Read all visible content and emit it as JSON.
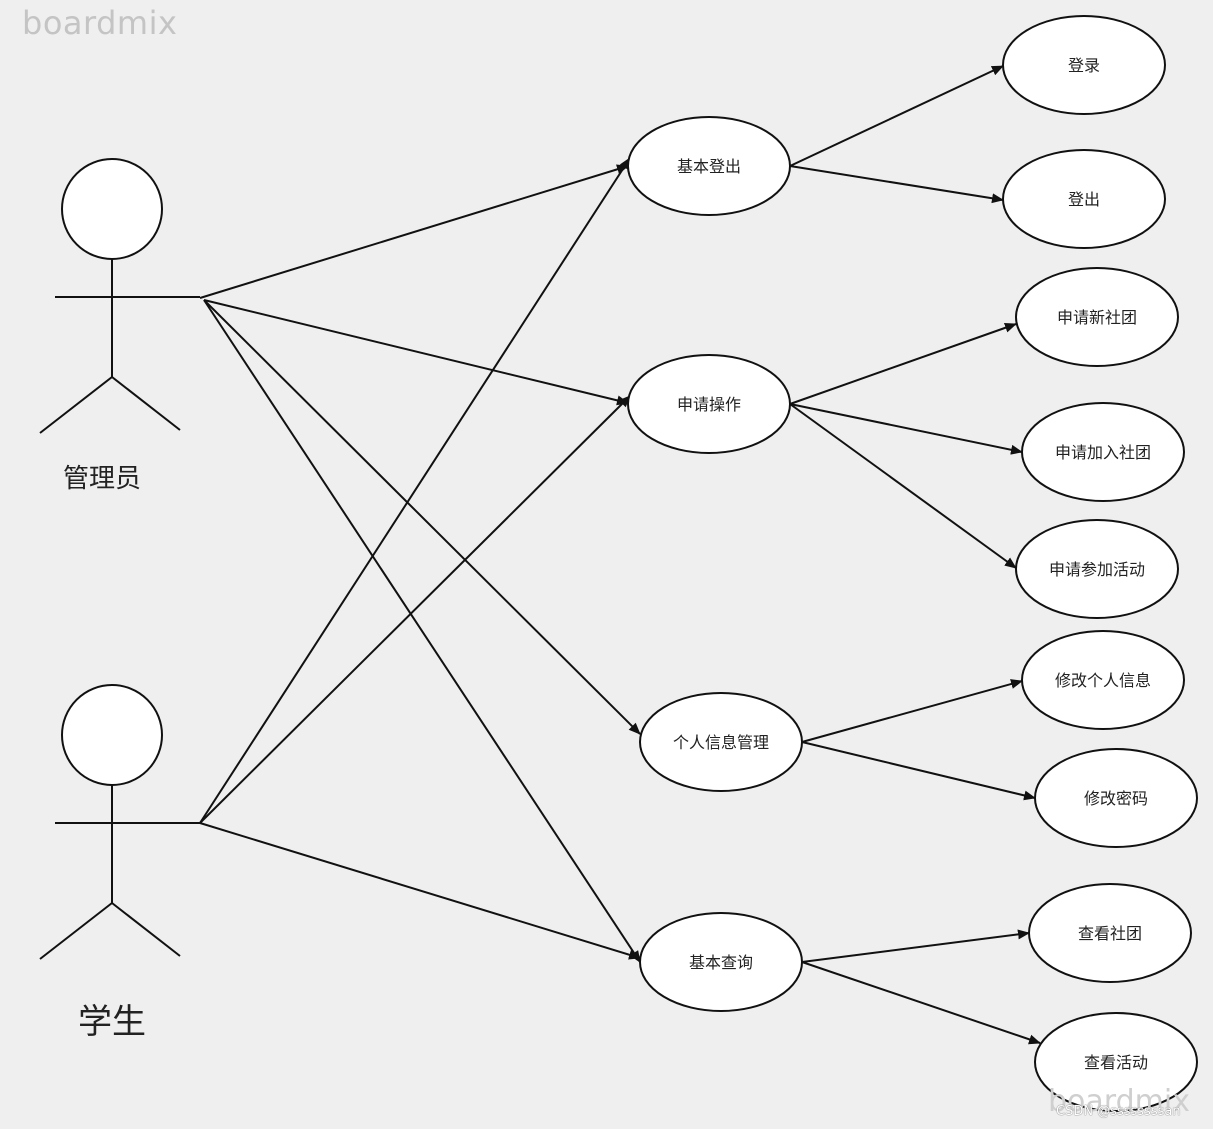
{
  "watermark": {
    "top": "boardmix",
    "bottom": "boardmix",
    "csdn": "CSDN @ssssssssan"
  },
  "actors": {
    "admin": "管理员",
    "student": "学生"
  },
  "use_cases": {
    "login_logout": "基本登出",
    "apply": "申请操作",
    "personal_info": "个人信息管理",
    "query": "基本查询",
    "login": "登录",
    "logout": "登出",
    "apply_new_club": "申请新社团",
    "apply_join_club": "申请加入社团",
    "apply_activity": "申请参加活动",
    "edit_info": "修改个人信息",
    "edit_password": "修改密码",
    "view_club": "查看社团",
    "view_activity": "查看活动"
  }
}
